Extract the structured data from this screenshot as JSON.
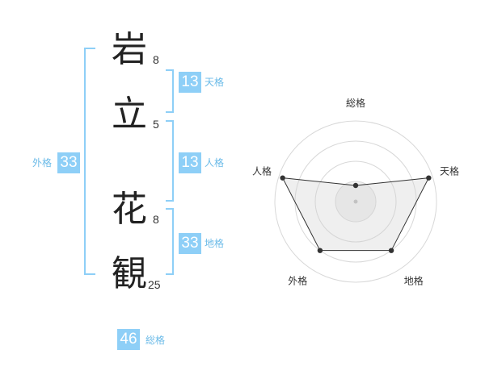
{
  "name": {
    "chars": [
      {
        "char": "岩",
        "strokes": "8"
      },
      {
        "char": "立",
        "strokes": "5"
      },
      {
        "char": "花",
        "strokes": "8"
      },
      {
        "char": "観",
        "strokes": "25"
      }
    ]
  },
  "fortunes": {
    "tenkaku": {
      "value": "13",
      "label": "天格"
    },
    "jinkaku": {
      "value": "13",
      "label": "人格"
    },
    "chikaku": {
      "value": "33",
      "label": "地格"
    },
    "gaikaku": {
      "value": "33",
      "label": "外格"
    },
    "soukaku": {
      "value": "46",
      "label": "総格"
    }
  },
  "colors": {
    "accent": "#8ecff7",
    "label": "#6cbbe8",
    "bracket": "#8ecff7"
  },
  "chart_data": {
    "type": "radar",
    "axes": [
      "総格",
      "天格",
      "地格",
      "外格",
      "人格"
    ],
    "values": [
      0.2,
      0.95,
      0.75,
      0.75,
      0.95
    ],
    "rings": 4,
    "grid": true
  }
}
